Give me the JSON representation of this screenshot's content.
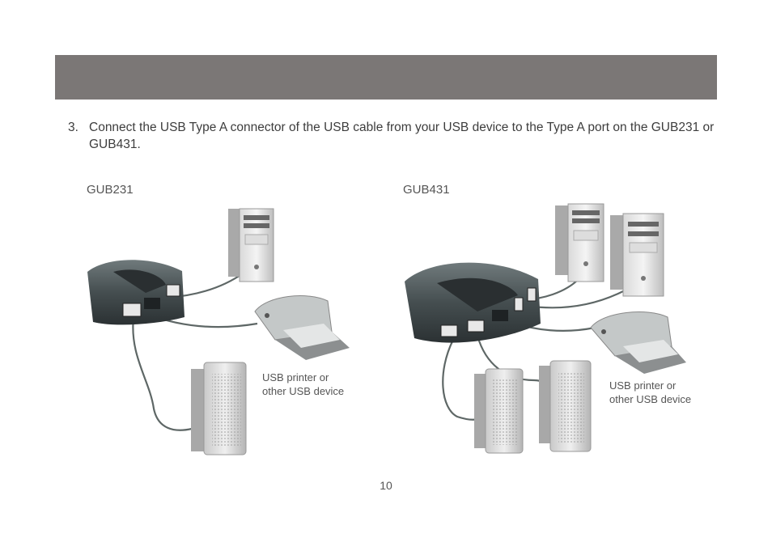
{
  "step": {
    "number": "3.",
    "text": "Connect the USB Type A connector of the USB cable from your USB device to the Type A port on the GUB231 or GUB431."
  },
  "diagrams": {
    "left": {
      "title": "GUB231",
      "caption_line1": "USB printer or",
      "caption_line2": "other USB device"
    },
    "right": {
      "title": "GUB431",
      "caption_line1": "USB printer or",
      "caption_line2": "other USB device"
    }
  },
  "page_number": "10",
  "colors": {
    "header_bar": "#7b7776",
    "cable": "#5e6766",
    "switch_body": "#3c4446"
  }
}
